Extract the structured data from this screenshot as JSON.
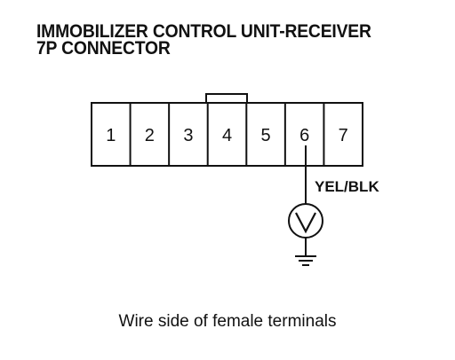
{
  "title": {
    "line1": "IMMOBILIZER CONTROL UNIT-RECEIVER",
    "line2": "7P CONNECTOR"
  },
  "connector": {
    "pins": [
      "1",
      "2",
      "3",
      "4",
      "5",
      "6",
      "7"
    ],
    "locking_tab_pin": "4"
  },
  "probe": {
    "pin": "6",
    "wire_color": "YEL/BLK",
    "meter_symbol": "voltmeter-icon",
    "reference": "ground-icon"
  },
  "caption": "Wire side of female terminals"
}
